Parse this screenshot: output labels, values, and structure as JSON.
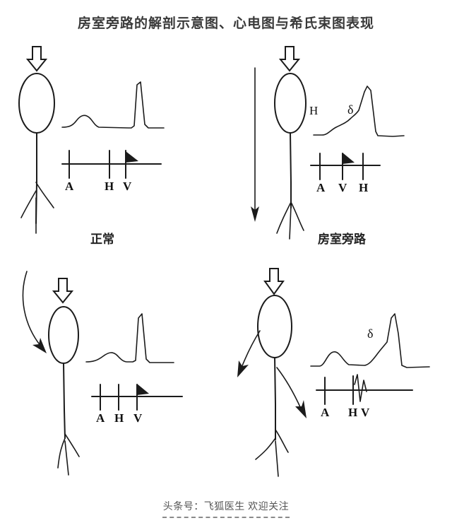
{
  "title": "房室旁路的解剖示意图、心电图与希氏束图表现",
  "footer": {
    "text": "头条号：飞狐医生  欢迎关注"
  },
  "panels": [
    {
      "id": "normal",
      "caption": "正常",
      "annotations": [],
      "ecg": {
        "description": "normal sinus beat: small P wave, isoelectric PR segment, tall narrow QRS",
        "has_delta_wave": false
      },
      "his_electrogram": {
        "markers": [
          "A",
          "H",
          "V"
        ],
        "deflection_at": "V",
        "deflection_style": "filled-triangle"
      },
      "anatomy": {
        "down_arrow": true,
        "accessory_pathways": []
      }
    },
    {
      "id": "bypass",
      "caption": "房室旁路",
      "annotations": [
        {
          "text": "H",
          "kind": "label"
        },
        {
          "text": "δ",
          "kind": "greek"
        }
      ],
      "ecg": {
        "description": "pre-excitation: slurred delta upstroke merging into QRS",
        "has_delta_wave": true
      },
      "his_electrogram": {
        "markers": [
          "A",
          "V",
          "H"
        ],
        "deflection_at": "V",
        "deflection_style": "filled-triangle"
      },
      "anatomy": {
        "down_arrow": true,
        "long_conduction_arrow": true,
        "accessory_pathways": []
      }
    },
    {
      "id": "concealed",
      "caption": "",
      "annotations": [],
      "ecg": {
        "description": "normal appearing beat: P wave, isoelectric segment, tall narrow QRS",
        "has_delta_wave": false
      },
      "his_electrogram": {
        "markers": [
          "A",
          "H",
          "V"
        ],
        "deflection_at": "V",
        "deflection_style": "filled-triangle"
      },
      "anatomy": {
        "down_arrow": true,
        "incoming_curved_arrow": true,
        "accessory_pathways": []
      }
    },
    {
      "id": "manifest",
      "caption": "",
      "annotations": [
        {
          "text": "δ",
          "kind": "greek"
        }
      ],
      "ecg": {
        "description": "pre-excitation: P wave, flat segment, delta slur into tall QRS",
        "has_delta_wave": true
      },
      "his_electrogram": {
        "markers": [
          "A",
          "H",
          "V"
        ],
        "deflection_at": "HV",
        "deflection_style": "sharp-biphasic-spike"
      },
      "anatomy": {
        "down_arrow": true,
        "accessory_pathways": [
          "left-atrial-branch",
          "right-bundle-branch"
        ]
      }
    }
  ],
  "colors": {
    "ink": "#1b1b1b",
    "title": "#3a3a3a",
    "footer": "#555555",
    "background": "#ffffff"
  }
}
